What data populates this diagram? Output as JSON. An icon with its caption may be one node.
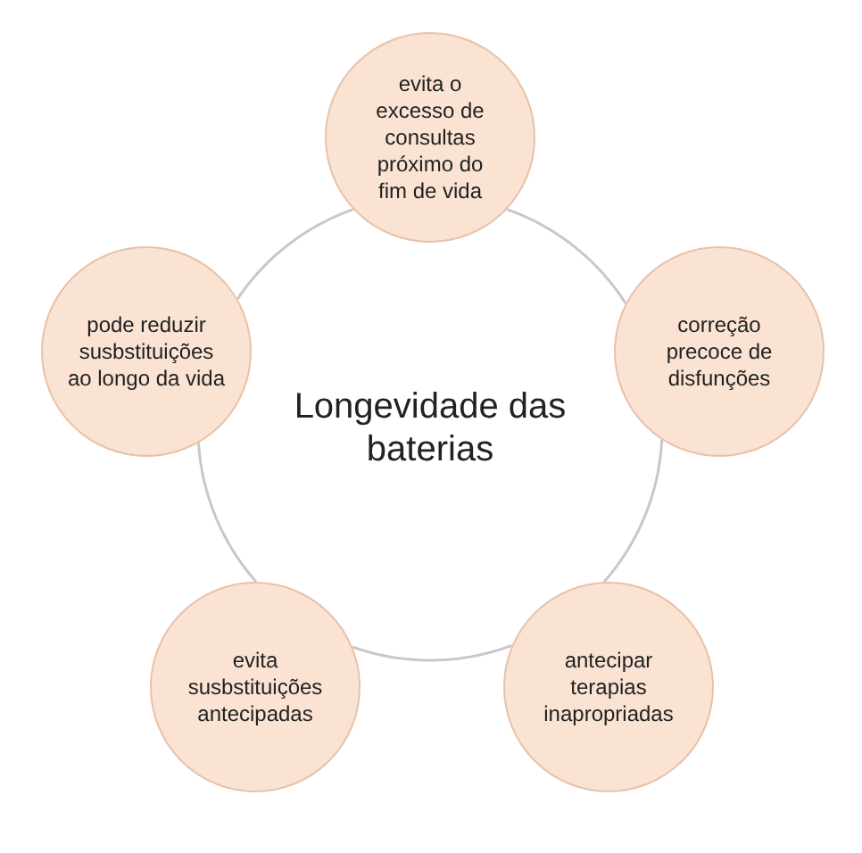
{
  "diagram": {
    "nodes": [
      {
        "text": [
          "Longevidade das baterias"
        ]
      },
      {
        "text": [
          "evita o excesso de consultas próximo do fim de vida"
        ]
      },
      {
        "text": [
          "correção precoce de disfunções"
        ]
      },
      {
        "text": [
          "antecipar terapias inapropriadas"
        ]
      },
      {
        "text": [
          "evita susbstituições antecipadas"
        ]
      },
      {
        "text": [
          "pode reduzir susbstituições ao longo da vida"
        ]
      }
    ]
  }
}
